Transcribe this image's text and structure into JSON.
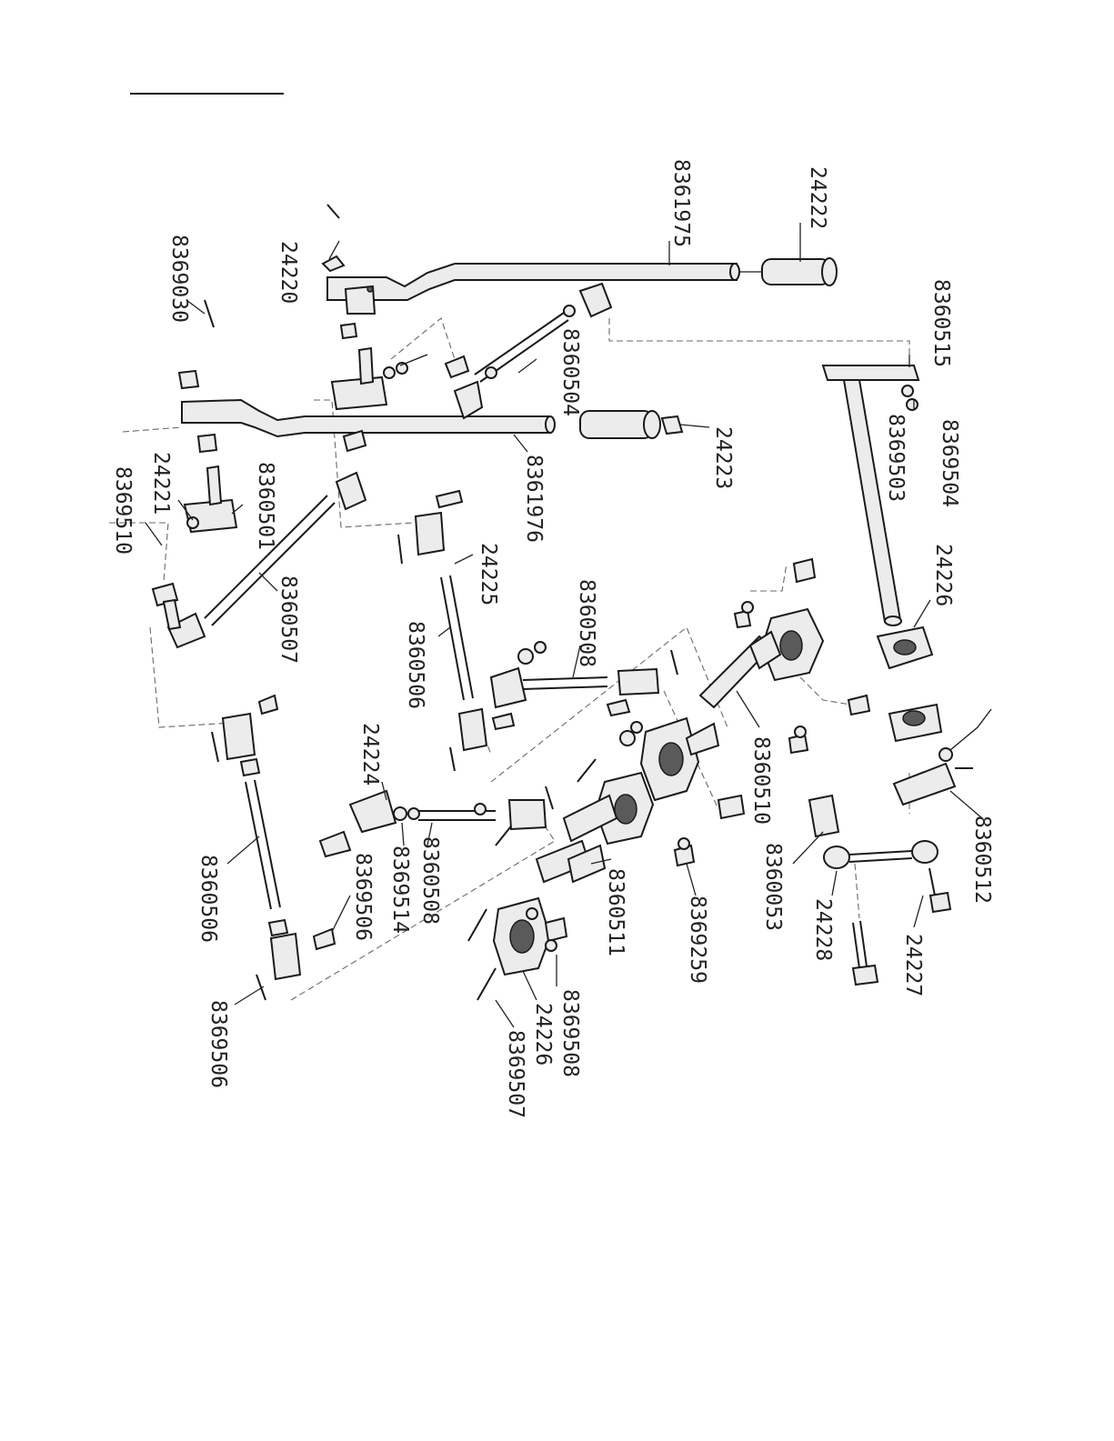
{
  "header_rule": "",
  "labels": {
    "p8369030": "8369030",
    "p24220": "24220",
    "p8361975": "8361975",
    "p24222": "24222",
    "p8360515": "8360515",
    "p8369504": "8369504",
    "p8369503": "8369503",
    "p8360504": "8360504",
    "p24223": "24223",
    "p8361976": "8361976",
    "p8360501": "8360501",
    "p24221": "24221",
    "p8369510": "8369510",
    "p8360507": "8360507",
    "p24225": "24225",
    "p8360506a": "8360506",
    "p8360508a": "8360508",
    "p24226a": "24226",
    "p8360510": "8360510",
    "p24224": "24224",
    "p8369514": "8369514",
    "p8360508b": "8360508",
    "p8360506b": "8360506",
    "p8369506a": "8369506",
    "p8369506b": "8369506",
    "p8360511": "8360511",
    "p8369259": "8369259",
    "p8369508": "8369508",
    "p24226b": "24226",
    "p8369507": "8369507",
    "p8360053": "8360053",
    "p24228": "24228",
    "p24227": "24227",
    "p8360512": "8360512"
  }
}
